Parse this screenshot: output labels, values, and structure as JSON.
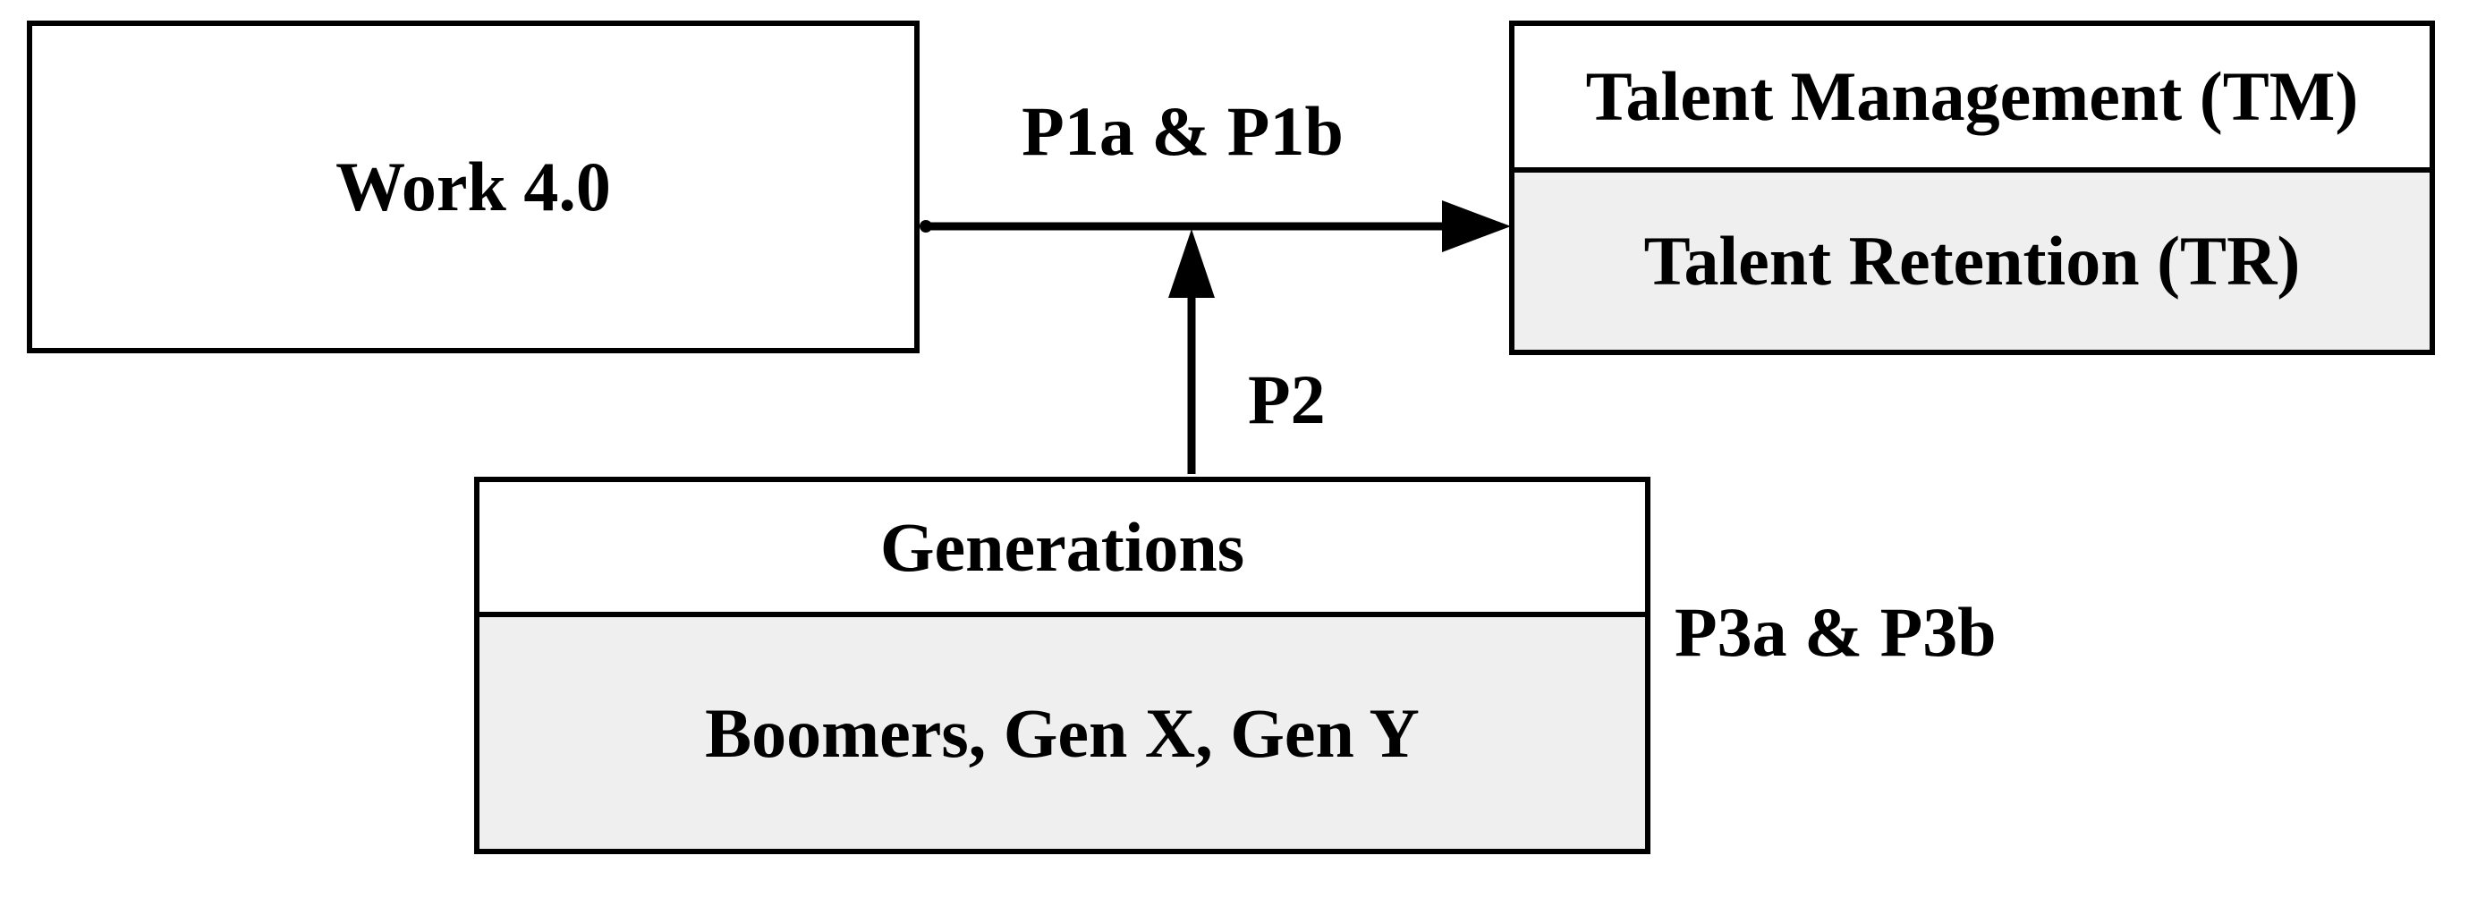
{
  "colors": {
    "background": "#ffffff",
    "line": "#000000",
    "section_fill": "#efefef"
  },
  "boxes": {
    "work": {
      "label": "Work 4.0"
    },
    "talent": {
      "top_label": "Talent Management (TM)",
      "bottom_label": "Talent Retention (TR)"
    },
    "generations": {
      "top_label": "Generations",
      "bottom_label": "Boomers, Gen X, Gen Y"
    }
  },
  "labels": {
    "p1": "P1a & P1b",
    "p2": "P2",
    "p3": "P3a & P3b"
  }
}
